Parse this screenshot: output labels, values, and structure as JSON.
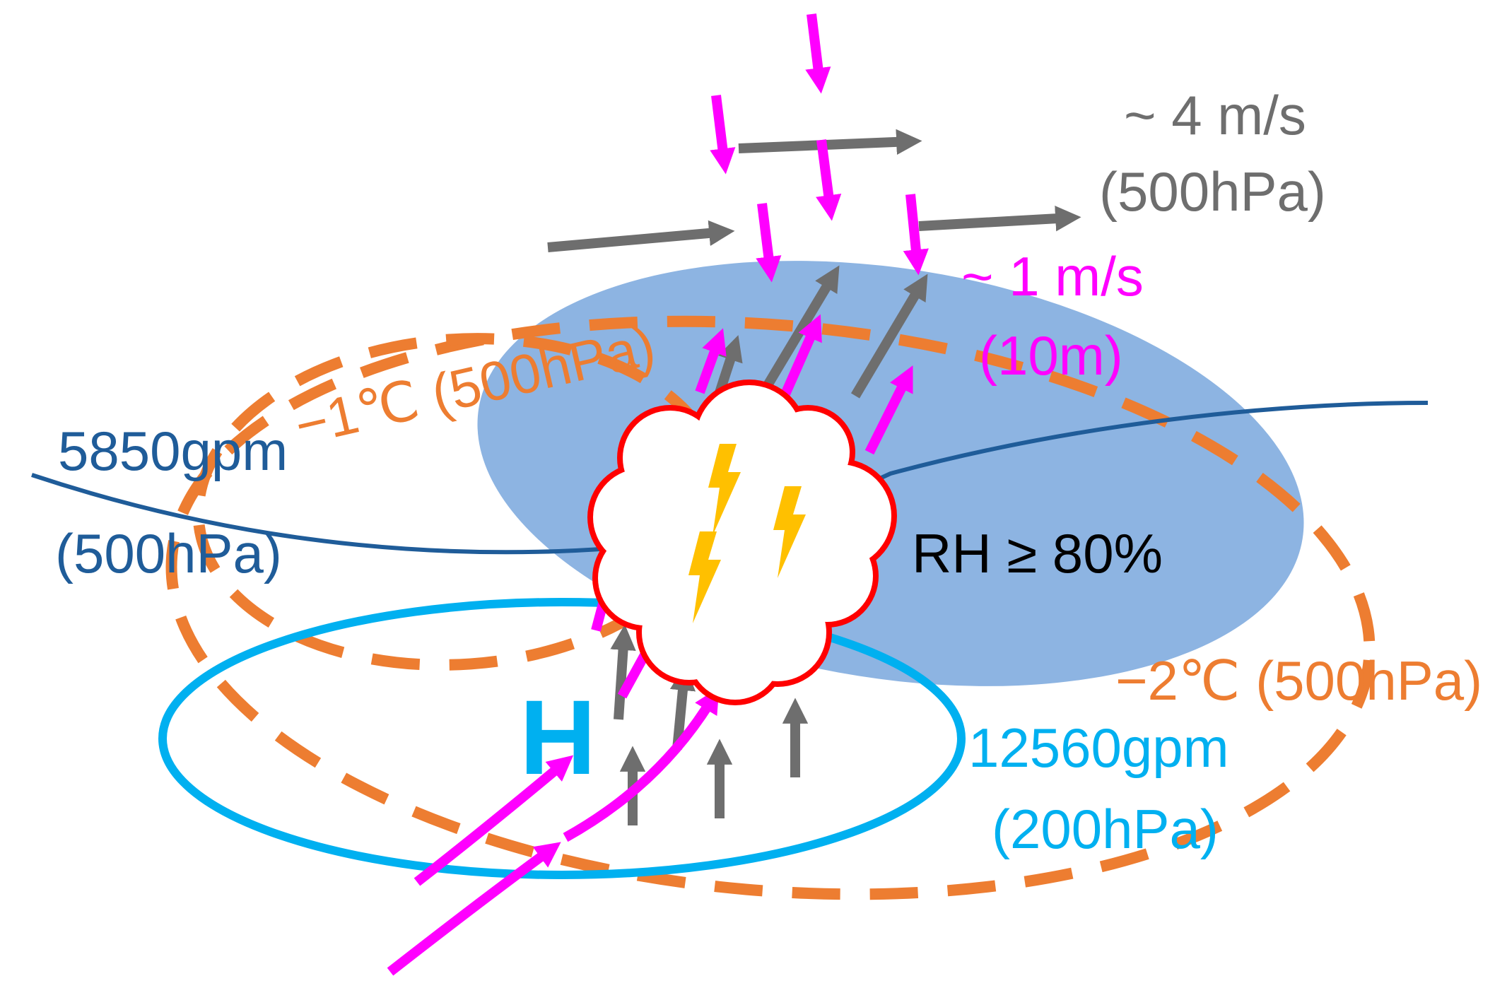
{
  "labels": {
    "wind_500_speed": "~ 4 m/s",
    "wind_500_level": "(500hPa)",
    "wind_10m_speed": "~ 1 m/s",
    "wind_10m_level": "(10m)",
    "iso_minus1": "−1℃ (500hPa)",
    "iso_minus2": "−2℃ (500hPa)",
    "gph_500_value": "5850gpm",
    "gph_500_level": "(500hPa)",
    "rh": "RH ≥ 80%",
    "high_marker": "H",
    "gph_200_value": "12560gpm",
    "gph_200_level": "(200hPa)"
  },
  "colors": {
    "isotherm": "#ED7D31",
    "moist_region": "#8DB4E2",
    "contour_500": "#1F5C99",
    "contour_200": "#00B0F0",
    "wind_10m": "#FF00FF",
    "wind_500": "#6E6E6E",
    "cloud_outline": "#FF0000",
    "lightning": "#FFC000",
    "rh_text": "#000000"
  },
  "icons": [
    "cloud-icon",
    "lightning-icon",
    "arrow-icon"
  ]
}
